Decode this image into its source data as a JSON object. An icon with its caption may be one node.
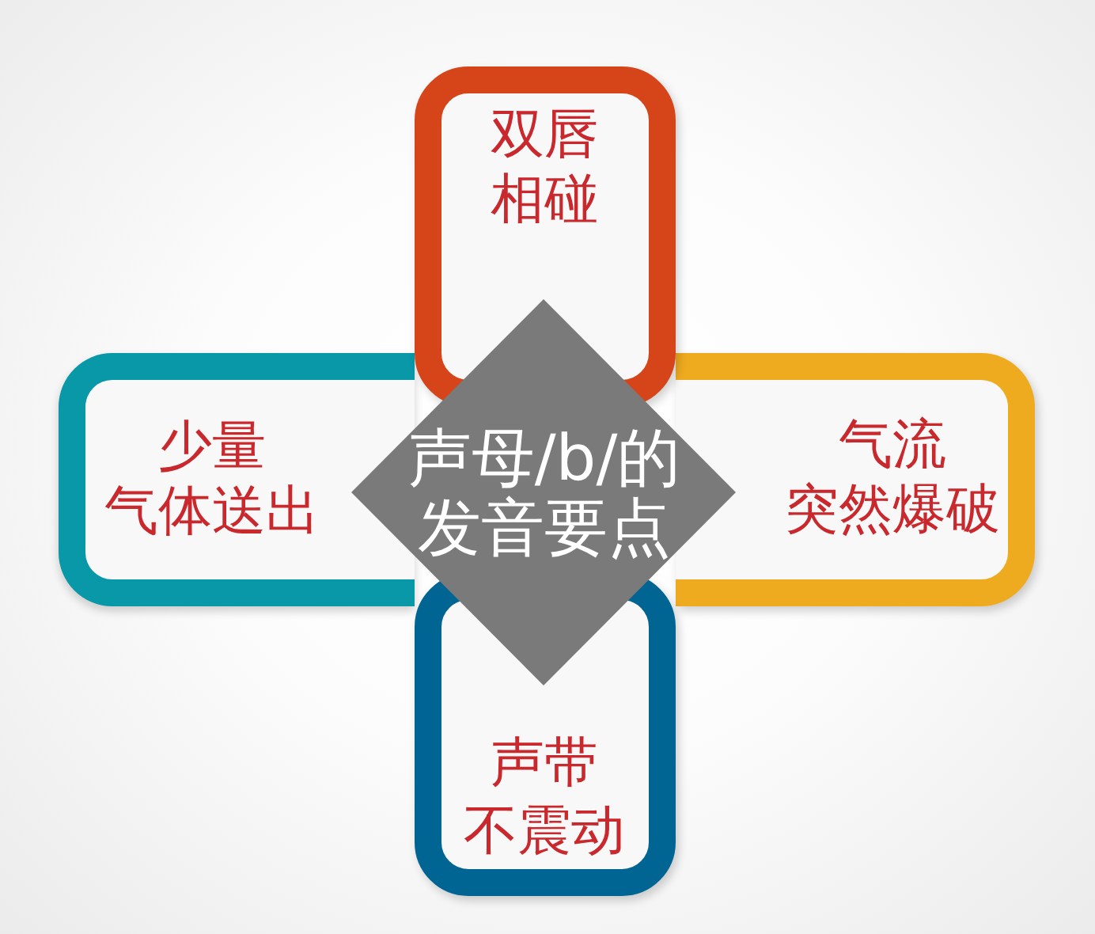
{
  "diagram": {
    "nodes": [
      {
        "text": [
          "双唇相碰"
        ]
      },
      {
        "text": [
          "少量气体送出"
        ]
      },
      {
        "text": [
          "声母/b/的发音要点"
        ]
      },
      {
        "text": [
          "气流突然爆破"
        ]
      },
      {
        "text": [
          "声带不震动"
        ]
      }
    ]
  }
}
